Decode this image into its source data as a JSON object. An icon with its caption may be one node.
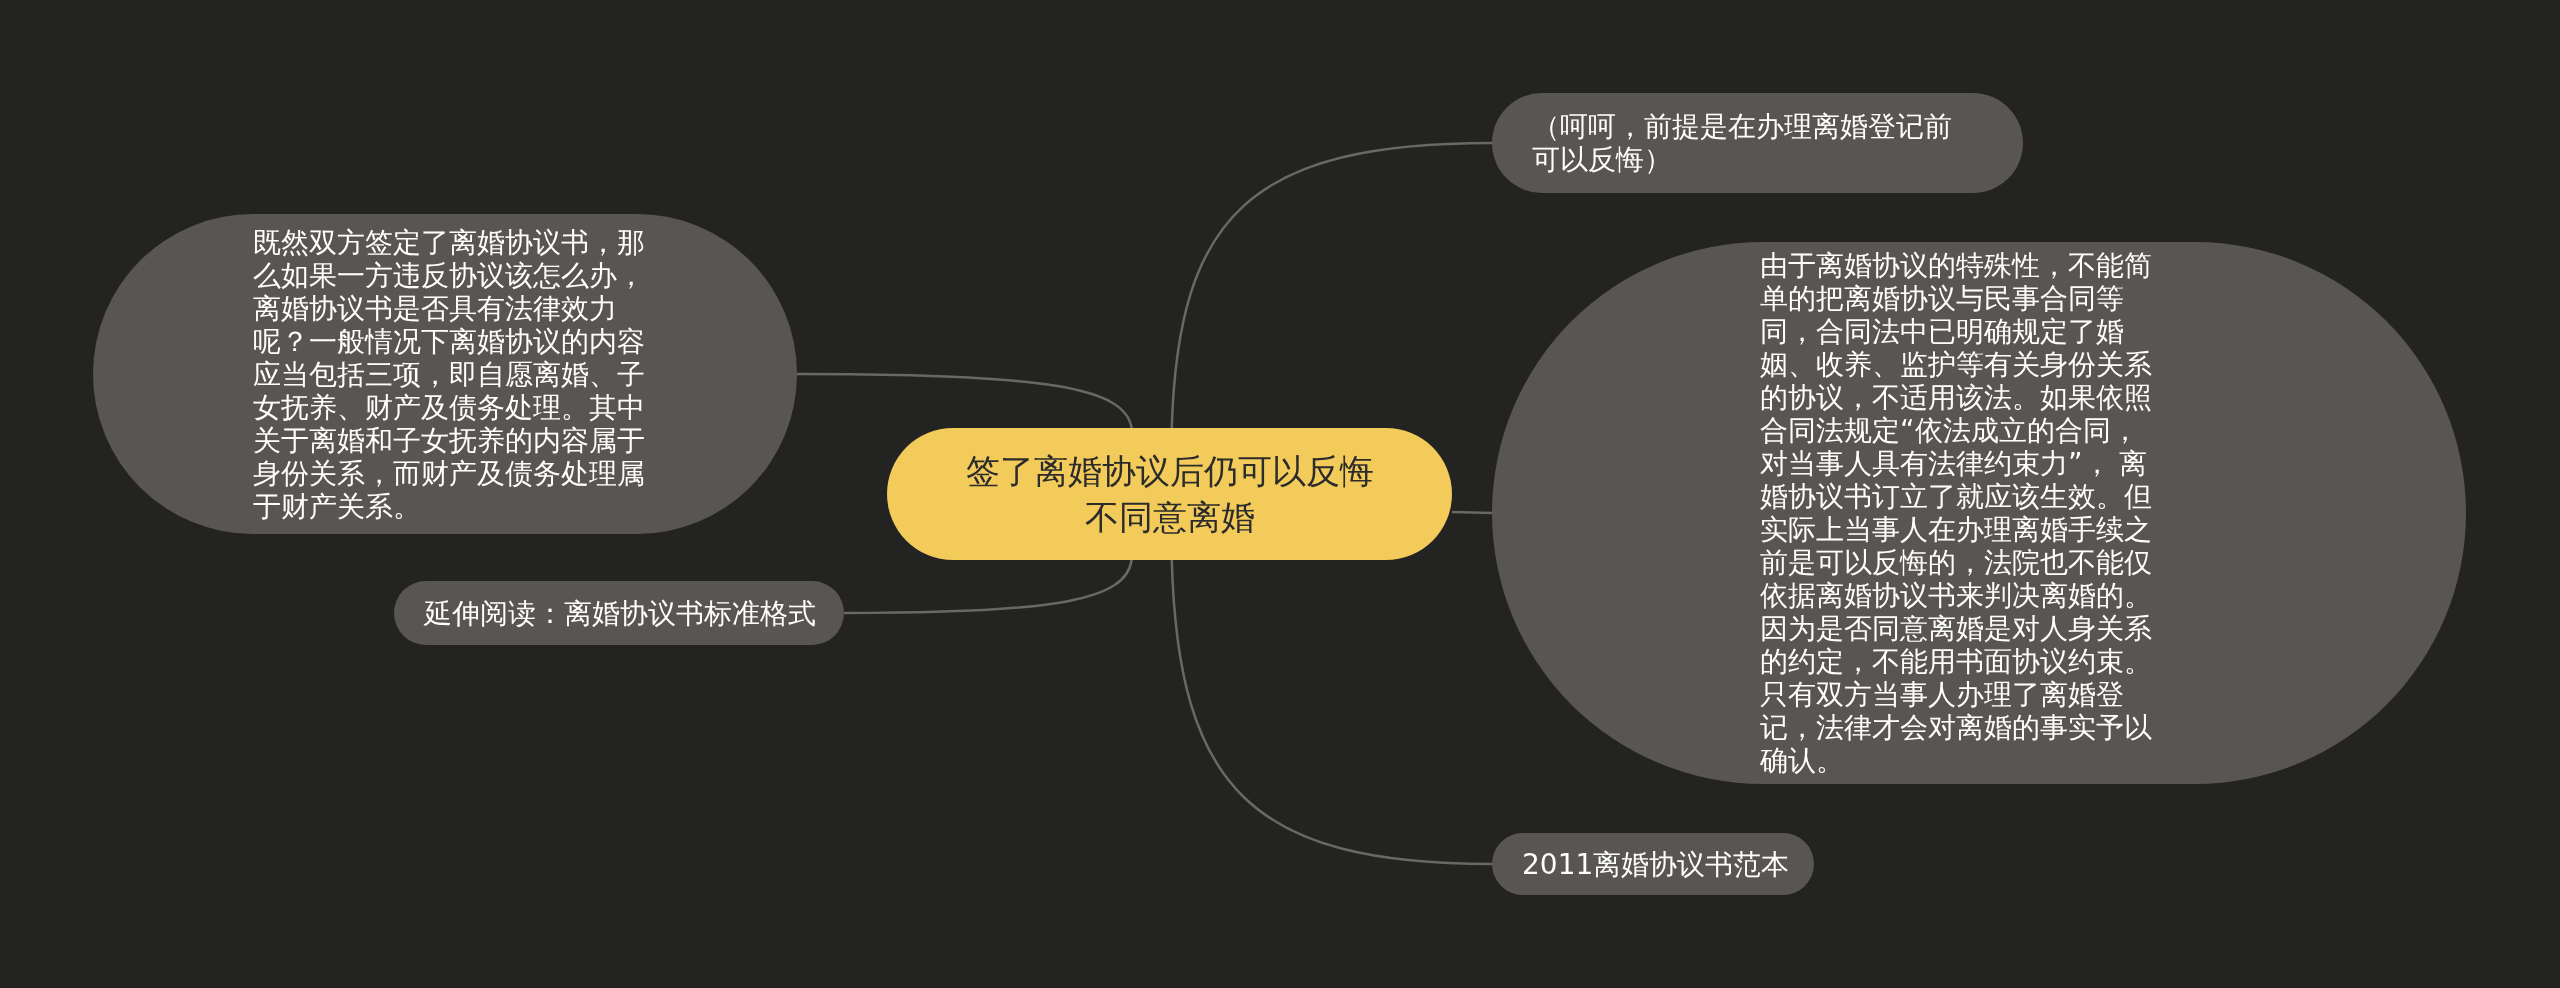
{
  "diagram": {
    "nodes": [
      {
        "text": [
          "签了离婚协议后仍可以反悔不同意离婚"
        ]
      },
      {
        "text": [
          "（呵呵，前提是在办理离婚登记前可以反悔）"
        ]
      },
      {
        "text": [
          "由于离婚协议的特殊性，不能简单的把离婚协议与民事合同等同，合同法中已明确规定了婚姻、收养、监护等有关身份关系的协议，不适用该法。如果依照合同法规定“依法成立的合同，对当事人具有法律约束力”， 离婚协议书订立了就应该生效。但实际上当事人在办理离婚手续之前是可以反悔的，法院也不能仅依据离婚协议书来判决离婚的。因为是否同意离婚是对人身关系的约定，不能用书面协议约束。只有双方当事人办理了离婚登记，法律才会对离婚的事实予以确认。"
        ]
      },
      {
        "text": [
          "2011离婚协议书范本"
        ]
      },
      {
        "text": [
          "既然双方签定了离婚协议书，那么如果一方违反协议该怎么办，离婚协议书是否具有法律效力呢？一般情况下离婚协议的内容应当包括三项，即自愿离婚、子女抚养、财产及债务处理。其中关于离婚和子女抚养的内容属于身份关系，而财产及债务处理属于财产关系。"
        ]
      },
      {
        "text": [
          "延伸阅读：离婚协议书标准格式"
        ]
      }
    ],
    "edges": [
      {
        "from": 0,
        "to": 1,
        "arrow": "none"
      },
      {
        "from": 0,
        "to": 2,
        "arrow": "none"
      },
      {
        "from": 0,
        "to": 3,
        "arrow": "none"
      },
      {
        "from": 0,
        "to": 4,
        "arrow": "none"
      },
      {
        "from": 0,
        "to": 5,
        "arrow": "none"
      }
    ]
  }
}
